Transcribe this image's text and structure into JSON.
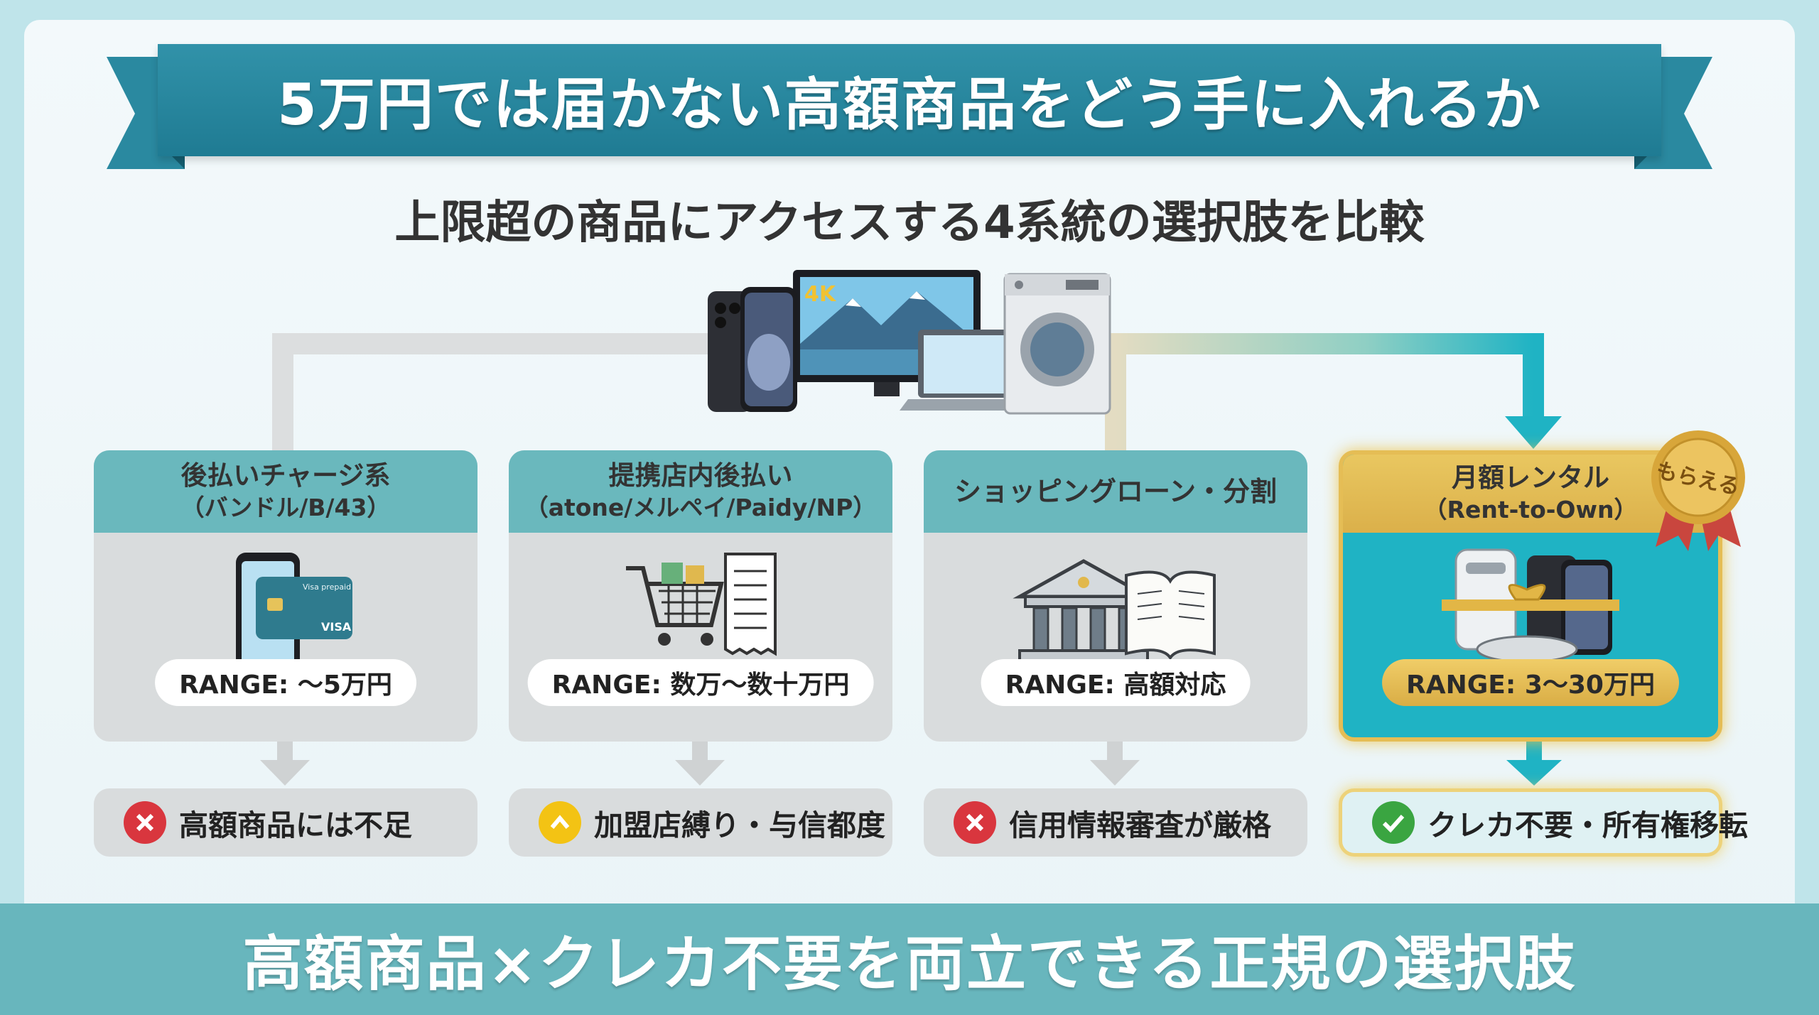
{
  "title": "5万円では届かない高額商品をどう手に入れるか",
  "subtitle": "上限超の商品にアクセスする4系統の選択肢を比較",
  "tv_label": "4K",
  "options": [
    {
      "name": "後払いチャージ系",
      "sub": "（バンドル/B/43）",
      "range": "RANGE: 〜5万円",
      "result": "高額商品には不足",
      "status": "ng",
      "card_text": "Visa prepaid",
      "card_brand": "VISA"
    },
    {
      "name": "提携店内後払い",
      "sub": "（atone/メルペイ/Paidy/NP）",
      "range": "RANGE: 数万〜数十万円",
      "result": "加盟店縛り・与信都度",
      "status": "caution"
    },
    {
      "name": "ショッピングローン・分割",
      "sub": "",
      "range": "RANGE: 高額対応",
      "result": "信用情報審査が厳格",
      "status": "ng"
    },
    {
      "name": "月額レンタル",
      "sub": "（Rent-to-Own）",
      "range": "RANGE: 3〜30万円",
      "result": "クレカ不要・所有権移転",
      "status": "ok",
      "medal": "もらえる"
    }
  ],
  "footer": "高額商品×クレカ不要を両立できる正規の選択肢",
  "colors": {
    "teal": "#1f7b93",
    "card_head": "#6ab8bd",
    "gold": "#e5bd55",
    "ng": "#d9363e",
    "caution": "#f3c314",
    "ok": "#3aa541"
  }
}
